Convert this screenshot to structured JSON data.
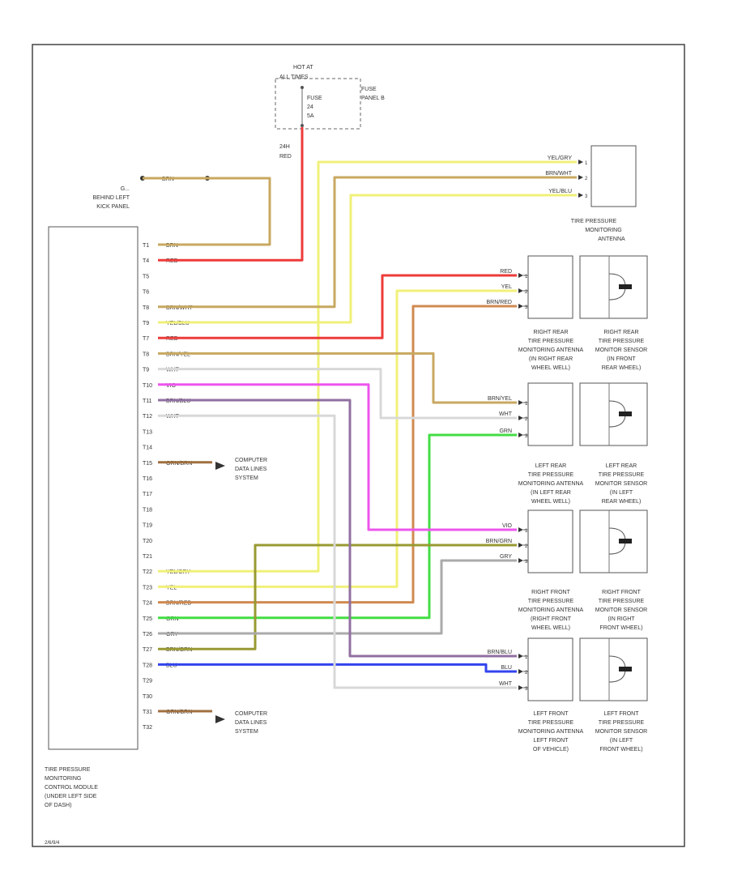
{
  "fuse": {
    "hot_lines": [
      "HOT AT",
      "ALL TIMES"
    ],
    "fuse_lines": [
      "FUSE",
      "24",
      "5A"
    ],
    "panel_lines": [
      "FUSE",
      "PANEL B"
    ],
    "wire_lines": [
      "24H",
      "RED"
    ]
  },
  "ground": {
    "label_lines": [
      "G...",
      "BEHIND LEFT",
      "KICK PANEL"
    ],
    "wire": "BRN"
  },
  "module": {
    "label_lines": [
      "TIRE PRESSURE",
      "MONITORING",
      "CONTROL MODULE",
      "(UNDER LEFT SIDE",
      "OF DASH)"
    ],
    "pins": [
      {
        "pin": "T1",
        "wire": "BRN"
      },
      {
        "pin": "T4",
        "wire": "RED"
      },
      {
        "pin": "T5",
        "wire": ""
      },
      {
        "pin": "T6",
        "wire": ""
      },
      {
        "pin": "T8",
        "wire": "BRN/WHT"
      },
      {
        "pin": "T9",
        "wire": "YEL/BLU"
      },
      {
        "pin": "T7",
        "wire": "RED"
      },
      {
        "pin": "T8",
        "wire": "BRN/YEL"
      },
      {
        "pin": "T9",
        "wire": "WHT"
      },
      {
        "pin": "T10",
        "wire": "VIO"
      },
      {
        "pin": "T11",
        "wire": "BRN/BLU"
      },
      {
        "pin": "T12",
        "wire": "WHT"
      },
      {
        "pin": "T13",
        "wire": ""
      },
      {
        "pin": "T14",
        "wire": ""
      },
      {
        "pin": "T15",
        "wire": "ORN/BRN"
      },
      {
        "pin": "T16",
        "wire": ""
      },
      {
        "pin": "T17",
        "wire": ""
      },
      {
        "pin": "T18",
        "wire": ""
      },
      {
        "pin": "T19",
        "wire": ""
      },
      {
        "pin": "T20",
        "wire": ""
      },
      {
        "pin": "T21",
        "wire": ""
      },
      {
        "pin": "T22",
        "wire": "YEL/GRY"
      },
      {
        "pin": "T23",
        "wire": "YEL"
      },
      {
        "pin": "T24",
        "wire": "BRN/RED"
      },
      {
        "pin": "T25",
        "wire": "GRN"
      },
      {
        "pin": "T26",
        "wire": "GRY"
      },
      {
        "pin": "T27",
        "wire": "BRN/GRN"
      },
      {
        "pin": "T28",
        "wire": "BLU"
      },
      {
        "pin": "T29",
        "wire": ""
      },
      {
        "pin": "T30",
        "wire": ""
      },
      {
        "pin": "T31",
        "wire": "ORN/BRN"
      },
      {
        "pin": "T32",
        "wire": ""
      }
    ]
  },
  "data_lines_1": {
    "lines": [
      "COMPUTER",
      "DATA LINES",
      "SYSTEM"
    ]
  },
  "data_lines_2": {
    "lines": [
      "COMPUTER",
      "DATA LINES",
      "SYSTEM"
    ]
  },
  "antenna": {
    "wires": [
      "YEL/GRY",
      "BRN/WHT",
      "YEL/BLU"
    ],
    "pins": [
      "1",
      "2",
      "3"
    ],
    "label_lines": [
      "TIRE PRESSURE",
      "MONITORING",
      "ANTENNA"
    ]
  },
  "right_rear": {
    "wires": [
      "RED",
      "YEL",
      "BRN/RED"
    ],
    "pins": [
      "1",
      "2",
      "3"
    ],
    "antenna_lines": [
      "RIGHT REAR",
      "TIRE PRESSURE",
      "MONITORING ANTENNA",
      "(IN RIGHT REAR",
      "WHEEL WELL)"
    ],
    "sensor_lines": [
      "RIGHT REAR",
      "TIRE PRESSURE",
      "MONITOR SENSOR",
      "(IN FRONT",
      "REAR WHEEL)"
    ]
  },
  "left_rear": {
    "wires": [
      "BRN/YEL",
      "WHT",
      "GRN"
    ],
    "pins": [
      "1",
      "2",
      "3"
    ],
    "antenna_lines": [
      "LEFT REAR",
      "TIRE PRESSURE",
      "MONITORING ANTENNA",
      "(IN LEFT REAR",
      "WHEEL WELL)"
    ],
    "sensor_lines": [
      "LEFT REAR",
      "TIRE PRESSURE",
      "MONITOR SENSOR",
      "(IN LEFT",
      "REAR WHEEL)"
    ]
  },
  "right_front": {
    "wires": [
      "VIO",
      "BRN/GRN",
      "GRY"
    ],
    "pins": [
      "1",
      "2",
      "3"
    ],
    "antenna_lines": [
      "RIGHT FRONT",
      "TIRE PRESSURE",
      "MONITORING ANTENNA",
      "(RIGHT FRONT",
      "WHEEL WELL)"
    ],
    "sensor_lines": [
      "RIGHT FRONT",
      "TIRE PRESSURE",
      "MONITOR SENSOR",
      "(IN RIGHT",
      "FRONT WHEEL)"
    ]
  },
  "left_front": {
    "wires": [
      "BRN/BLU",
      "BLU",
      "WHT"
    ],
    "pins": [
      "1",
      "2",
      "3"
    ],
    "antenna_lines": [
      "LEFT FRONT",
      "TIRE PRESSURE",
      "MONITORING ANTENNA",
      "LEFT FRONT",
      "OF VEHICLE)"
    ],
    "sensor_lines": [
      "LEFT FRONT",
      "TIRE PRESSURE",
      "MONITOR SENSOR",
      "(IN LEFT",
      "FRONT WHEEL)"
    ]
  },
  "footer_code": "2/6/9/4",
  "colors": {
    "red": "#ee3b3b",
    "yellow": "#f0f07a",
    "tan": "#c8a860",
    "brown": "#a07040",
    "violet": "#ee55ee",
    "green": "#44dd44",
    "blue": "#3344ee",
    "white_wire": "#d8d8d8",
    "gray_wire": "#aaaaaa",
    "olive": "#999933"
  }
}
